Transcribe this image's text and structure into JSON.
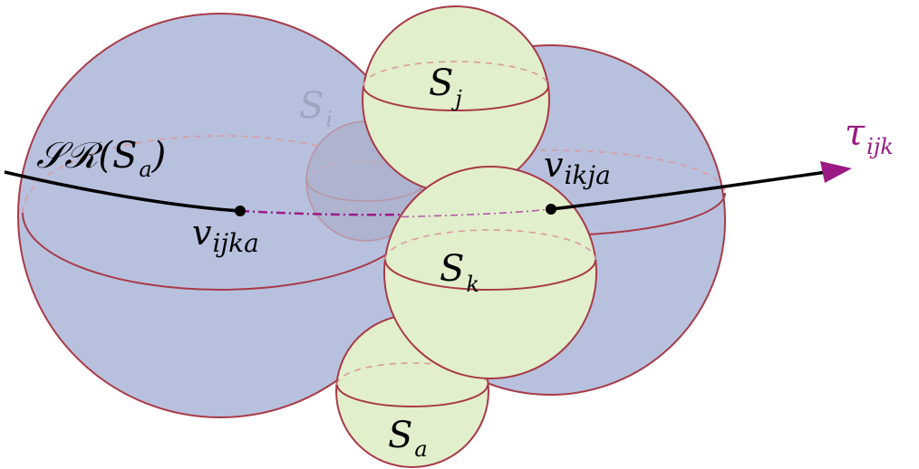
{
  "labels": {
    "s_i": {
      "main": "S",
      "sub": "i"
    },
    "s_j": {
      "main": "S",
      "sub": "j"
    },
    "s_k": {
      "main": "S",
      "sub": "k"
    },
    "s_a": {
      "main": "S",
      "sub": "a"
    },
    "sr": {
      "prefix": "𝒮ℛ(",
      "main": "S",
      "sub": "a",
      "suffix": ")"
    },
    "tau": {
      "main": "τ",
      "sub": "ijk"
    },
    "v_ijka": {
      "main": "v",
      "sub": "ijka"
    },
    "v_ikja": {
      "main": "v",
      "sub": "ikja"
    }
  },
  "colors": {
    "big_sphere_fill": "#b7c1de",
    "small_sphere_fill": "#e2efcc",
    "sphere_edge": "#a83a48",
    "trajectory": "#000000",
    "trajectory_inner": "#9b1a86",
    "faint_label": "#9ea6bf"
  },
  "icons": {
    "arrowhead": "arrow-right-icon",
    "vertex": "point-marker"
  }
}
